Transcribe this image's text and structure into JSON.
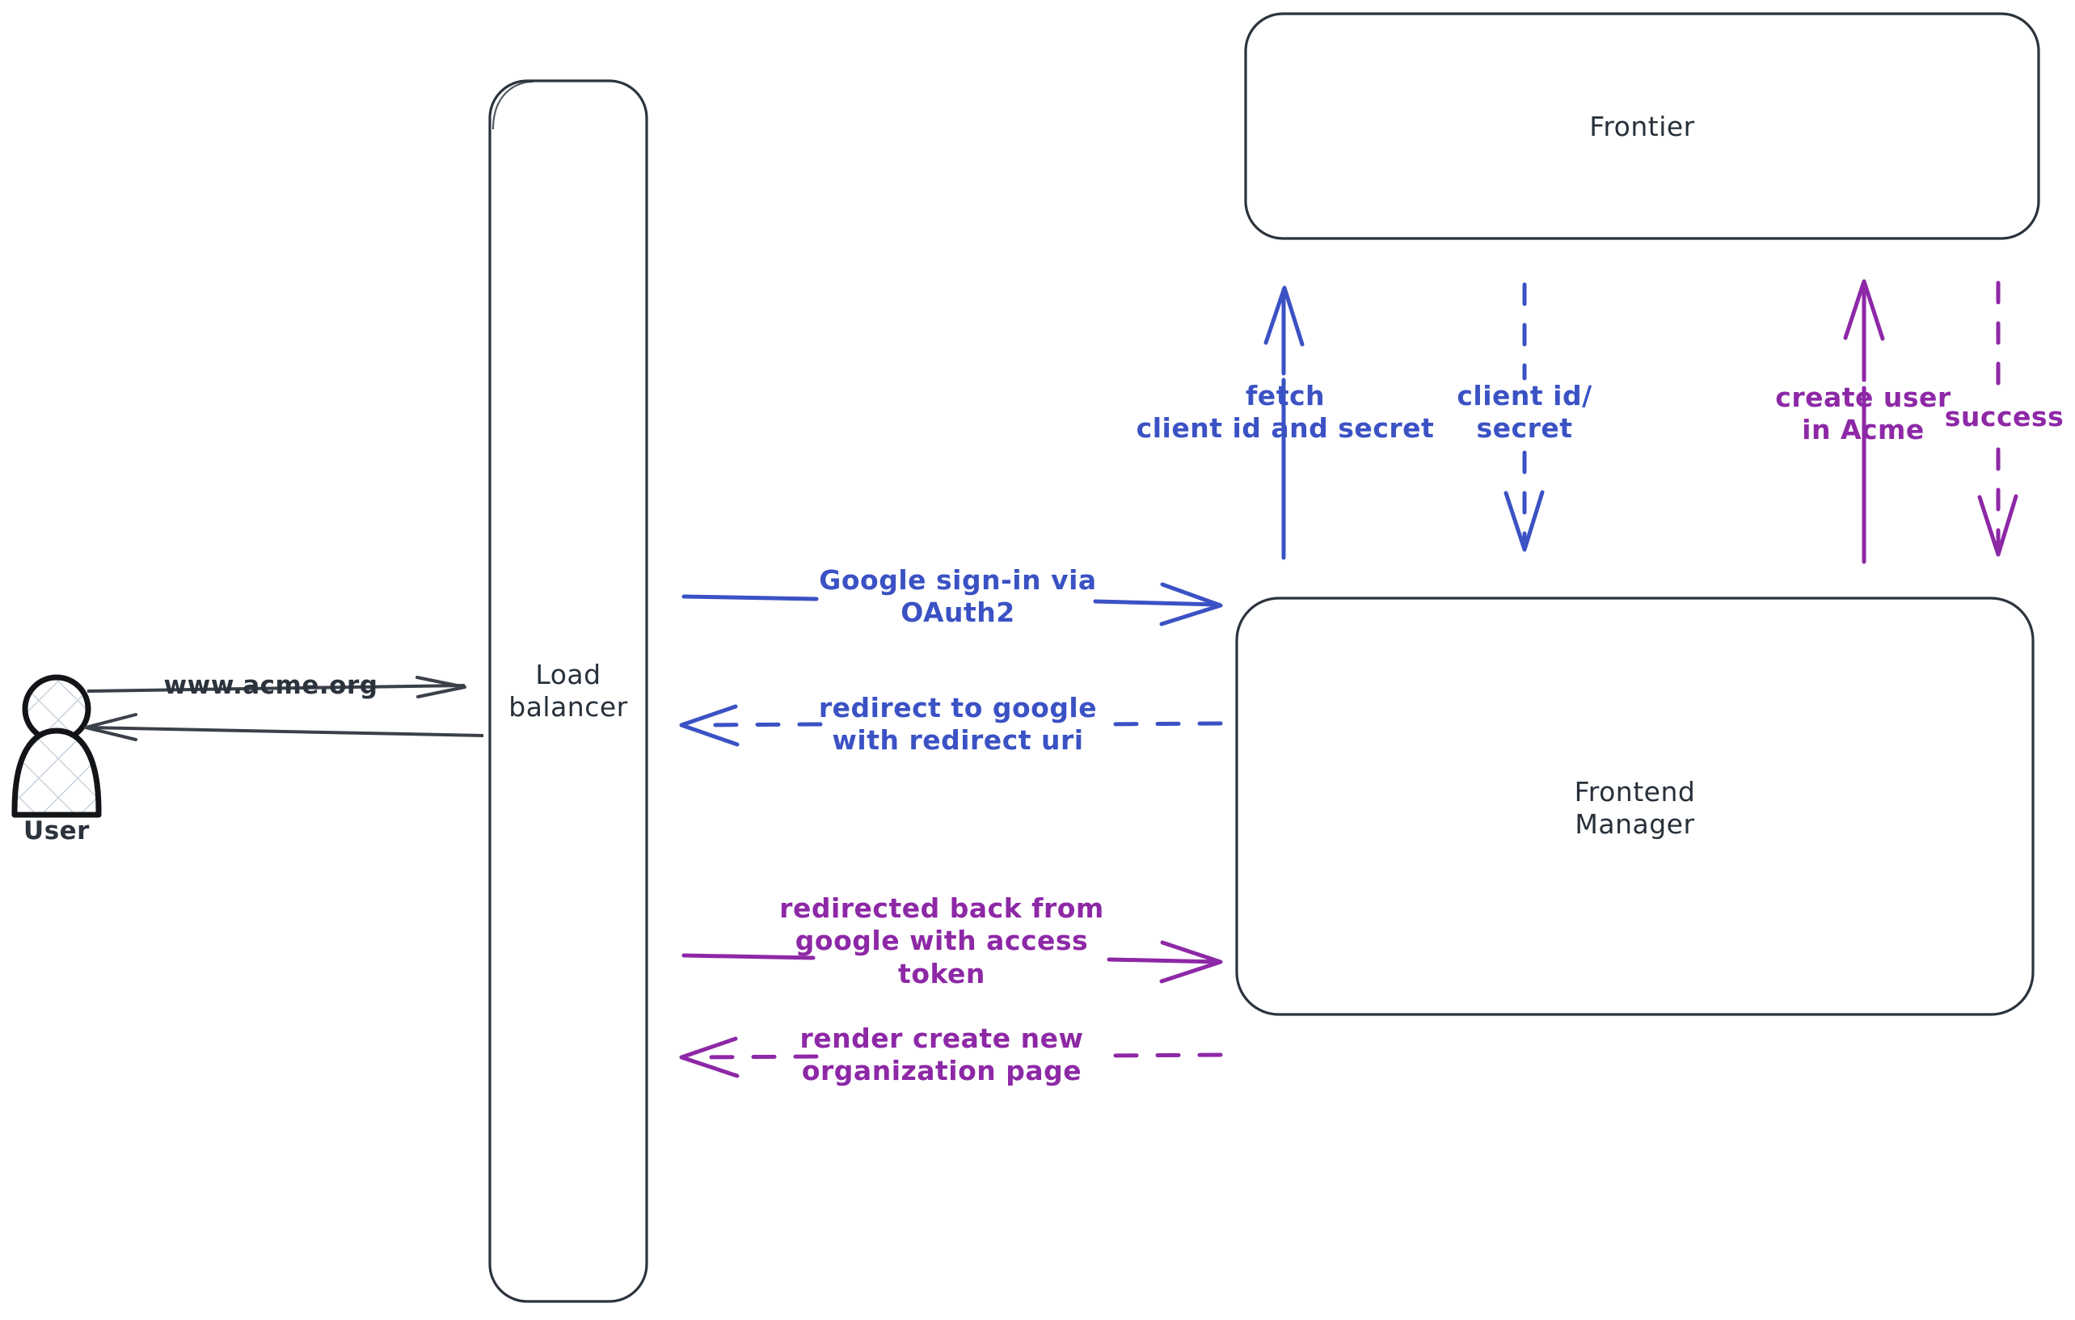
{
  "diagram": {
    "title": "OAuth2 sign-in sequence diagram",
    "background": "#ffffff",
    "colors": {
      "stroke_dark": "#2b333d",
      "blue": "#3b52c4",
      "purple": "#8d28a6",
      "hatch": "#c9d2dc"
    }
  },
  "nodes": {
    "user": {
      "label": "User",
      "icon": "user-person-icon"
    },
    "load_balancer": {
      "label": "Load\nbalancer"
    },
    "frontier": {
      "label": "Frontier"
    },
    "frontend_manager": {
      "label": "Frontend\nManager"
    }
  },
  "edges": {
    "user_to_lb": {
      "label": "www.acme.org",
      "color": "#3b4049",
      "style": "solid",
      "direction": "right"
    },
    "lb_to_user": {
      "label": "",
      "color": "#3b4049",
      "style": "solid",
      "direction": "left"
    },
    "lb_to_fm_signin": {
      "label": "Google sign-in via\nOAuth2",
      "color": "#3b52c4",
      "style": "solid",
      "direction": "right"
    },
    "fm_to_lb_redirect": {
      "label": "redirect to google\nwith redirect uri",
      "color": "#3b52c4",
      "style": "dashed",
      "direction": "left"
    },
    "lb_to_fm_token": {
      "label": "redirected back from\ngoogle with access\ntoken",
      "color": "#8d28a6",
      "style": "solid",
      "direction": "right"
    },
    "fm_to_lb_render": {
      "label": "render create new\norganization page",
      "color": "#8d28a6",
      "style": "dashed",
      "direction": "left"
    },
    "fm_to_frontier_fetch": {
      "label": "fetch\nclient id and secret",
      "color": "#3b52c4",
      "style": "solid",
      "direction": "up"
    },
    "frontier_to_fm_creds": {
      "label": "client id/\nsecret",
      "color": "#3b52c4",
      "style": "dashed",
      "direction": "down"
    },
    "fm_to_frontier_create": {
      "label": "create user\nin Acme",
      "color": "#8d28a6",
      "style": "solid",
      "direction": "up"
    },
    "frontier_to_fm_success": {
      "label": "success",
      "color": "#8d28a6",
      "style": "dashed",
      "direction": "down"
    }
  }
}
